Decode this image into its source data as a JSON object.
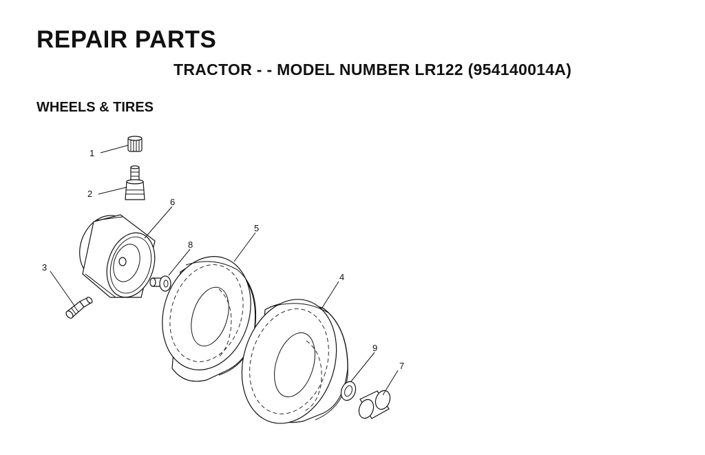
{
  "header": {
    "title": "REPAIR PARTS",
    "subtitle": "TRACTOR - - MODEL NUMBER LR122 (954140014A)"
  },
  "section": {
    "title": "WHEELS & TIRES"
  },
  "callouts": {
    "c1": "1",
    "c2": "2",
    "c3": "3",
    "c4": "4",
    "c5": "5",
    "c6": "6",
    "c7": "7",
    "c8": "8",
    "c9": "9"
  }
}
